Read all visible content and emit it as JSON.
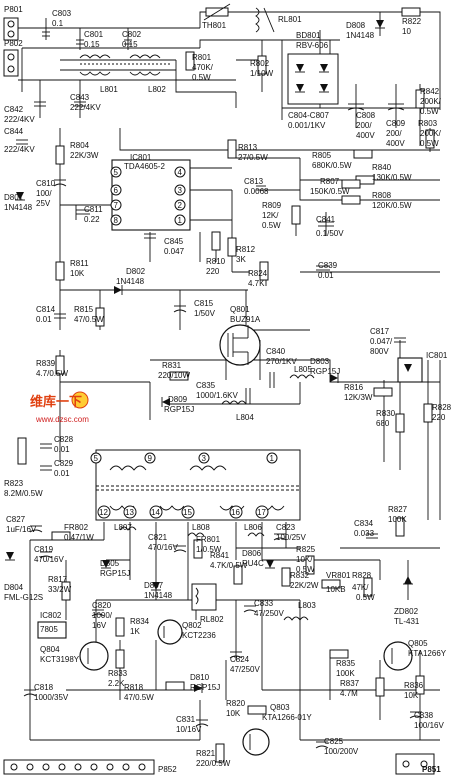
{
  "components": {
    "p801": "P801",
    "p802": "P802",
    "c803": "C803",
    "c803_val": "0.1",
    "c801": "C801",
    "c801_val": "0.15",
    "c802": "C802",
    "c802_val": "0.15",
    "th801": "TH801",
    "rl801": "RL801",
    "d808": "D808",
    "d808_val": "1N4148",
    "r822": "R822",
    "r822_val": "10",
    "l801": "L801",
    "l802": "L802",
    "r801": "R801",
    "r801_val1": "470K/",
    "r801_val2": "0.5W",
    "r802": "R802",
    "r802_val": "1/10W",
    "bd801": "BD801",
    "bd801_val": "RBV-606",
    "c842": "C842",
    "c842_val": "222/4KV",
    "c843": "C843",
    "c843_val": "222/4KV",
    "c804": "C804-C807",
    "c804_val": "0.001/1KV",
    "c808": "C808",
    "c808_v1": "200/",
    "c808_v2": "400V",
    "c809": "C809",
    "c809_v1": "200/",
    "c809_v2": "400V",
    "r842": "R842",
    "r842_v1": "200K/",
    "r842_v2": "0.5W",
    "r803": "R803",
    "r803_v1": "200K/",
    "r803_v2": "0.5W",
    "c844": "C844",
    "c844_val": "222/4KV",
    "r804": "R804",
    "r804_val": "22K/3W",
    "ic801": "IC801",
    "ic801_val": "TDA4605-2",
    "r813": "R813",
    "r813_val": "27/0.5W",
    "r805": "R805",
    "r805_val": "680K/0.5W",
    "r840": "R840",
    "r840_val": "130K/0.5W",
    "c810": "C810",
    "c810_v1": "100/",
    "c810_v2": "25V",
    "c811": "C811",
    "c811_val": "0.22",
    "d801": "D801",
    "d801_val": "1N4148",
    "c813": "C813",
    "c813_val": "0.0068",
    "r807": "R807",
    "r807_val": "150K/0.5W",
    "r808": "R808",
    "r808_val": "120K/0.5W",
    "r809": "R809",
    "r809_v1": "12K/",
    "r809_v2": "0.5W",
    "c841": "C841",
    "c841_val": "0.1/50V",
    "c845": "C845",
    "c845_val": "0.047",
    "r810": "R810",
    "r810_val": "220",
    "r812": "R812",
    "r812_val": "3K",
    "r824": "R824",
    "r824_val": "4.7K",
    "c839": "C839",
    "c839_val": "0.01",
    "r811": "R811",
    "r811_val": "10K",
    "d802": "D802",
    "d802_val": "1N4148",
    "c814": "C814",
    "c814_val": "0.01",
    "r815": "R815",
    "r815_val": "47/0.5W",
    "c815": "C815",
    "c815_val": "1/50V",
    "q801": "Q801",
    "q801_val": "BUZ91A",
    "c817": "C817",
    "c817_v1": "0.047/",
    "c817_v2": "800V",
    "ic801b": "IC801",
    "r839": "R839",
    "r839_val": "4.7/0.5W",
    "r831": "R831",
    "r831_val": "220/10W",
    "c840": "C840",
    "c840_val": "270/1KV",
    "d803": "D803",
    "d803_val": "RGP15J",
    "c835": "C835",
    "c835_val": "1000/1.6KV",
    "l805": "L805",
    "r816": "R816",
    "r816_val": "12K/3W",
    "d809": "D809",
    "d809_val": "RGP15J",
    "l804": "L804",
    "r830": "R830",
    "r830_val": "680",
    "r828": "R828",
    "r828_val": "220",
    "c828": "C828",
    "c828_val": "0.01",
    "c829": "C829",
    "c829_val": "0.01",
    "r823": "R823",
    "r823_val": "8.2M/0.5W",
    "c827": "C827",
    "c827_val": "1uF/16V",
    "fr802": "FR802",
    "fr802_val": "0.47/1W",
    "l807": "L807",
    "l808": "L808",
    "l806": "L806",
    "c819": "C819",
    "c819_val": "470/16V",
    "c821": "C821",
    "c821_val": "470/16V",
    "fr801": "FR801",
    "fr801_val": "1/0.5W",
    "c823": "C823",
    "c823_val": "100/25V",
    "r827": "R827",
    "r827_val": "100K",
    "c834": "C834",
    "c834_val": "0.033",
    "d805": "D805",
    "d805_val": "RGP15J",
    "d806": "D806",
    "d806_val": "RU4C",
    "r841": "R841",
    "r841_val": "4.7K/0.5W",
    "r825": "R825",
    "r825_v1": "10K/",
    "r825_v2": "0.5W",
    "d804": "D804",
    "d804_val": "FML-G12S",
    "r817": "R817",
    "r817_val": "33/2W",
    "d807": "D807",
    "d807_val": "1N4148",
    "r832": "R832",
    "r832_val": "22K/2W",
    "vr801": "VR801",
    "vr801_val": "10KB",
    "r828b": "R828",
    "r828b_v1": "47K/",
    "r828b_v2": "0.5W",
    "zd802": "ZD802",
    "zd802_val": "TL-431",
    "c820": "C820",
    "c820_v1": "1000/",
    "c820_v2": "16V",
    "ic802": "IC802",
    "ic802_val": "7805",
    "r834": "R834",
    "r834_val": "1K",
    "q802": "Q802",
    "q802_val": "KCT2236",
    "rl802": "RL802",
    "c833": "C833",
    "c833_val": "47/250V",
    "l803": "L803",
    "q804": "Q804",
    "q804_val": "KCT3198Y",
    "r833": "R833",
    "r833_val": "2.2K",
    "c824": "C824",
    "c824_val": "47/250V",
    "r835": "R835",
    "r835_val": "100K",
    "q805": "Q805",
    "q805_val": "KTA1266Y",
    "r837": "R837",
    "r837_val": "4.7M",
    "r836": "R836",
    "r836_val": "10K",
    "c818": "C818",
    "c818_val": "1000/35V",
    "r818": "R818",
    "r818_val": "47/0.5W",
    "d810": "D810",
    "d810_val": "RGP15J",
    "c838": "C838",
    "c838_val": "100/16V",
    "r820": "R820",
    "r820_val": "10K",
    "q803": "Q803",
    "q803_val": "KTA1266-01Y",
    "c831": "C831",
    "c831_val": "10/16V",
    "r821": "R821",
    "r821_val": "220/0.5W",
    "c825": "C825",
    "c825_val": "100/200V",
    "p852": "P852",
    "p851": "P851"
  },
  "pins": [
    "5",
    "6",
    "7",
    "8",
    "4",
    "3",
    "2",
    "1"
  ],
  "transformer_pins": [
    "5",
    "9",
    "3",
    "1",
    "12",
    "13",
    "14",
    "15",
    "16",
    "17"
  ],
  "watermark": {
    "line1": "维库一下",
    "line2": "www.dzsc.com"
  }
}
